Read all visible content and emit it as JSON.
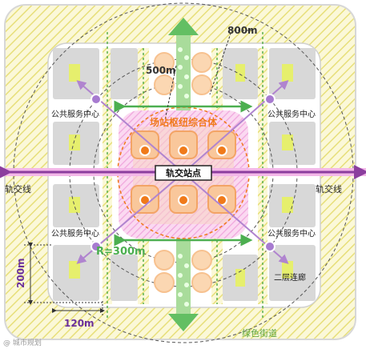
{
  "labels": {
    "ring_800": "800m",
    "ring_500": "500m",
    "hub_complex": "场站枢纽综合体",
    "station": "轨交站点",
    "rail_left": "轨交线",
    "rail_right": "轨交线",
    "public_service_tl": "公共服务中心",
    "public_service_tr": "公共服务中心",
    "public_service_bl": "公共服务中心",
    "public_service_br": "公共服务中心",
    "radius_300": "R=300m",
    "dim_200": "200m",
    "dim_120": "120m",
    "corridor": "二层连廊",
    "green_street": "绿色街道",
    "watermark": "@ 城市规划"
  },
  "colors": {
    "hatch_yellow": "#efe98e",
    "block_gray": "#d6d6d6",
    "block_accent": "#e8f07a",
    "hub_pink": "#f3a6df",
    "orange": "#f07a1a",
    "green": "#5cb85c",
    "purple": "#8a55b5",
    "rail": "#8b3e9e",
    "dash": "#555555"
  }
}
